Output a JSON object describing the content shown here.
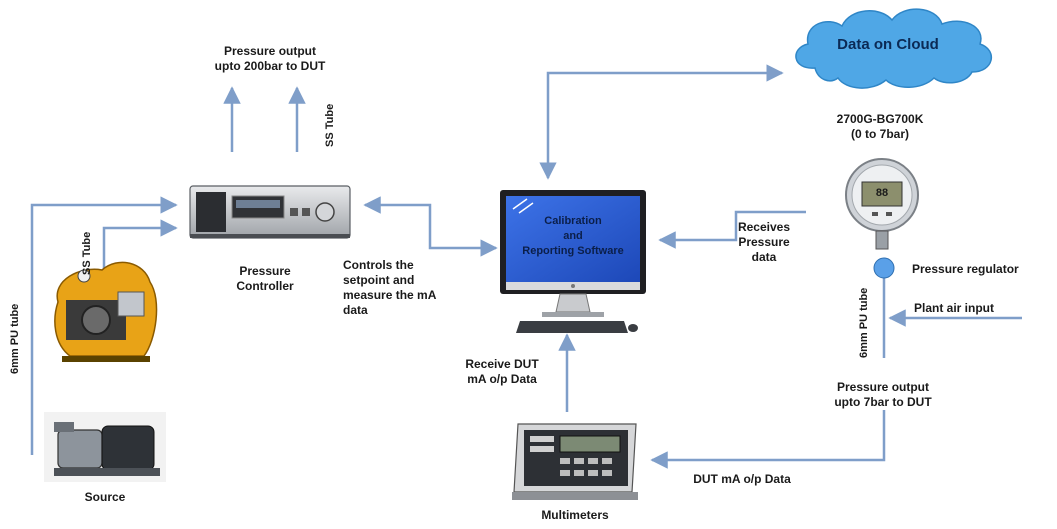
{
  "cloud": {
    "label": "Data on Cloud"
  },
  "pressure_output_top": {
    "line1": "Pressure output",
    "line2": "upto 200bar to DUT"
  },
  "ss_tube_top": "SS Tube",
  "ss_tube_left": "SS Tube",
  "pu_tube_left": "6mm PU tube",
  "pu_tube_right": "6mm PU tube",
  "pressure_controller": {
    "line1": "Pressure",
    "line2": "Controller"
  },
  "controls_text": {
    "line1": "Controls the",
    "line2": "setpoint and",
    "line3": "measure the mA",
    "line4": "data"
  },
  "software": {
    "line1": "Calibration",
    "line2": "and",
    "line3": "Reporting Software"
  },
  "receives_pressure": {
    "line1": "Receives",
    "line2": "Pressure",
    "line3": "data"
  },
  "gauge_model": {
    "line1": "2700G-BG700K",
    "line2": "(0 to 7bar)"
  },
  "pressure_regulator": "Pressure regulator",
  "plant_air_input": "Plant air input",
  "pressure_output_right": {
    "line1": "Pressure output",
    "line2": "upto 7bar to DUT"
  },
  "receive_dut": {
    "line1": "Receive DUT",
    "line2": "mA o/p Data"
  },
  "dut_ma_data": "DUT mA o/p Data",
  "multimeters": "Multimeters",
  "source": "Source",
  "gauge_display": "88",
  "colors": {
    "arrow": "#7f9ec9",
    "cloud": "#4fa7e6",
    "screen": "#2a5fd6",
    "pump": "#e8a317"
  }
}
